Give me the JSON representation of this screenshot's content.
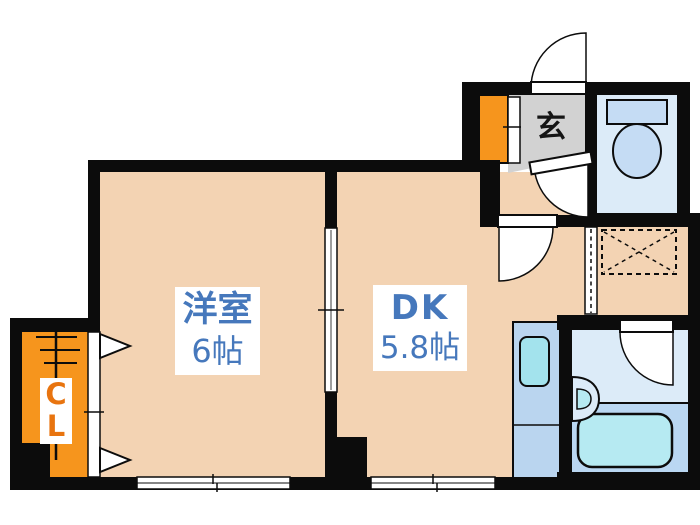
{
  "floorplan": {
    "rooms": {
      "western_room": {
        "name": "洋室",
        "size": "6帖"
      },
      "dining_kitchen": {
        "name": "DK",
        "size": "5.8帖"
      },
      "entrance": {
        "label": "玄"
      },
      "closet": {
        "label": "CL"
      }
    },
    "fixtures": [
      "toilet",
      "bathtub",
      "wash-basin",
      "kitchen-sink",
      "washing-machine-space",
      "shoe-cabinet",
      "closet-hanger-rod",
      "entrance-door"
    ],
    "colors": {
      "wall": "#0c0c0c",
      "room_floor": "#f3d3b3",
      "entrance_floor": "#d2d2d2",
      "wet_area_light": "#dcebf8",
      "wet_area_mid": "#bad7f2",
      "kitchen_counter": "#bad5ef",
      "fixture_blue": "#c5dcf4",
      "tub_cyan": "#b6eaf2",
      "accent_orange": "#f6951d",
      "label_blue": "#4678bc",
      "closet_label_orange": "#e8740f"
    }
  }
}
